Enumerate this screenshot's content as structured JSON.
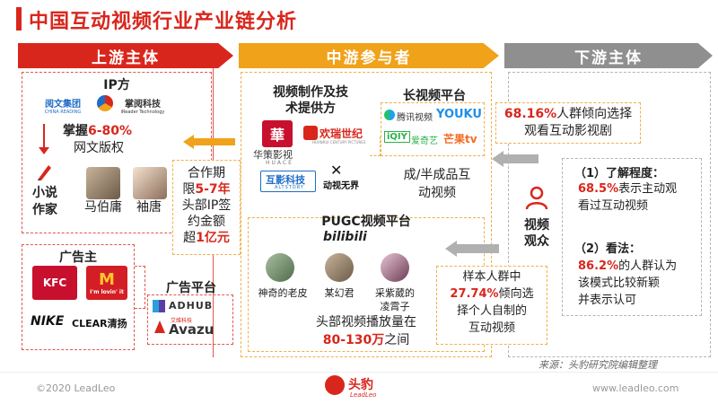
{
  "title": "中国互动视频行业产业链分析",
  "headers": {
    "upstream": "上游主体",
    "midstream": "中游参与者",
    "downstream": "下游主体"
  },
  "upstream": {
    "ip_title": "IP方",
    "ip_logos": [
      "阅文集团",
      "CHINA READING",
      "掌阅科技",
      "iReader Technology"
    ],
    "ip_grasp": "掌握",
    "ip_grasp_value": "6-80%",
    "ip_grasp_desc": "网文版权",
    "writer_label_1": "小说",
    "writer_label_2": "作家",
    "writer_names": [
      "马伯庸",
      "袖唐"
    ],
    "contract": {
      "line1": "合作期",
      "line2_a": "限",
      "line2_b": "5-7年",
      "line3": "头部IP签",
      "line4": "约金额",
      "line5_a": "超",
      "line5_b": "1亿元"
    },
    "advertiser_title": "广告主",
    "advertiser_logos": [
      "KFC",
      "M",
      "I'm lovin' it",
      "NIKE",
      "CLEAR清扬"
    ],
    "ad_platform_title": "广告平台",
    "ad_platform_logos": [
      "ADHUB",
      "艾维科技",
      "Avazu"
    ]
  },
  "midstream": {
    "producer_title_1": "视频制作及技",
    "producer_title_2": "术提供方",
    "producer_logos": [
      "華",
      "华策影视",
      "HUACE",
      "欢瑞世纪",
      "HUANRUI CENTURY PICTURES",
      "互影科技",
      "ALTSTORY",
      "动视无界"
    ],
    "long_video_title": "长视频平台",
    "long_video_logos": [
      "腾讯视频",
      "YOUKU",
      "爱奇艺",
      "芒果tv"
    ],
    "long_video_output_1": "成/半成品互",
    "long_video_output_2": "动视频",
    "pugc_title": "PUGC视频平台",
    "pugc_logo": "bilibili",
    "pugc_creators": [
      "神奇的老皮",
      "某幻君",
      "采紫葳的",
      "凌霄子"
    ],
    "pugc_stat_1": "头部视频播放量在",
    "pugc_stat_value": "80-130万",
    "pugc_stat_2": "之间"
  },
  "downstream": {
    "stat1_value": "68.16%",
    "stat1_text_1": "人群倾向选择",
    "stat1_text_2": "观看互动影视剧",
    "viewer_label_1": "视频",
    "viewer_label_2": "观众",
    "awareness_title": "（1）了解程度：",
    "awareness_value": "68.5%",
    "awareness_text_1": "表示主动观",
    "awareness_text_2": "看过互动视频",
    "opinion_title": "（2）看法：",
    "opinion_value": "86.2%",
    "opinion_text_1": "的人群认为",
    "opinion_text_2": "该模式比较新颖",
    "opinion_text_3": "并表示认可",
    "stat2_text_1": "样本人群中",
    "stat2_value": "27.74%",
    "stat2_text_2": "倾向选",
    "stat2_text_3": "择个人自制的",
    "stat2_text_4": "互动视频"
  },
  "source": "来源：头豹研究院编辑整理",
  "footer": {
    "copyright": "©2020 LeadLeo",
    "brand": "头豹",
    "brand_sub": "LeadLeo",
    "url": "www.leadleo.com"
  },
  "colors": {
    "red": "#d9261c",
    "orange": "#f0a21a",
    "gray": "#8f8f8f"
  }
}
